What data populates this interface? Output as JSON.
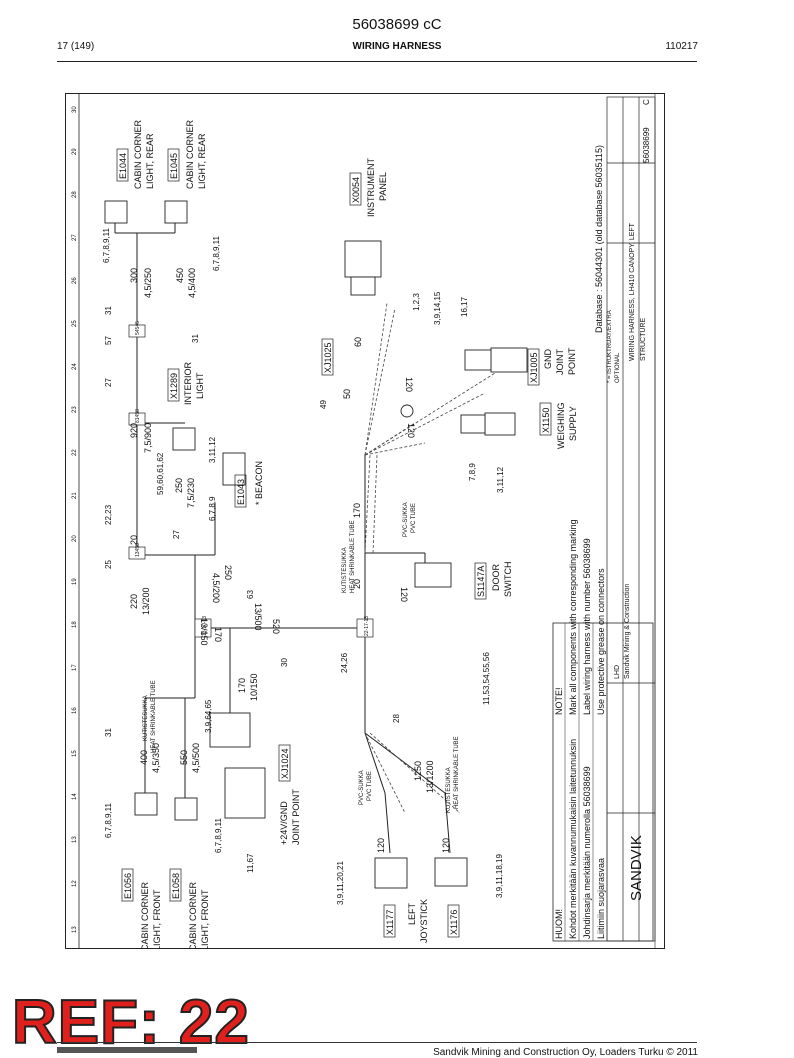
{
  "header": {
    "doc_number": "56038699 cC",
    "page": "17 (149)",
    "title": "WIRING HARNESS",
    "date": "110217"
  },
  "border_numbers": [
    "13",
    "12",
    "13",
    "14",
    "15",
    "16",
    "17",
    "18",
    "19",
    "20",
    "21",
    "22",
    "23",
    "24",
    "25",
    "26",
    "27",
    "28",
    "29",
    "30"
  ],
  "components": {
    "e1044": {
      "code": "E1044",
      "line1": "CABIN CORNER",
      "line2": "LIGHT, REAR"
    },
    "e1045": {
      "code": "E1045",
      "line1": "CABIN CORNER",
      "line2": "LIGHT, REAR"
    },
    "x0054": {
      "code": "X0054",
      "line1": "INSTRUMENT",
      "line2": "PANEL"
    },
    "x1289": {
      "code": "X1289",
      "line1": "INTERIOR",
      "line2": "LIGHT"
    },
    "xj1025": {
      "code": "XJ1025"
    },
    "xj1005": {
      "code": "XJ1005",
      "line1": "GND",
      "line2": "JOINT",
      "line3": "POINT"
    },
    "x1150": {
      "code": "X1150",
      "line1": "WEIGHING",
      "line2": "SUPPLY"
    },
    "e1043": {
      "code": "E1043",
      "beacon": "* BEACON"
    },
    "s1147a": {
      "code": "S1147A",
      "line1": "DOOR",
      "line2": "SWITCH"
    },
    "xj1024": {
      "code": "XJ1024",
      "line1": "+24V/GND",
      "line2": "JOINT POINT"
    },
    "e1056": {
      "code": "E1056",
      "line1": "CABIN CORNER",
      "line2": "LIGHT, FRONT"
    },
    "e1058": {
      "code": "E1058",
      "line1": "CABIN CORNER",
      "line2": "LIGHT, FRONT"
    },
    "x1177": {
      "code": "X1177",
      "line1": "LEFT",
      "line2": "JOYSTICK"
    },
    "x1176": {
      "code": "X1176"
    }
  },
  "wire_labels": {
    "w300": "300",
    "w4_5_250": "4,5/250",
    "w450": "450",
    "w4_5_400": "4,5/400",
    "w920": "920",
    "w7_5_900": "7,5/900",
    "w250a": "250",
    "w7_5_230": "7,5/230",
    "w20a": "20",
    "w220": "220",
    "w13_200": "13/200",
    "w4_5_200": "4,5/200",
    "w250b": "250",
    "w13_500": "13/500",
    "w13_150": "13/150",
    "w170a": "170",
    "w520": "520",
    "w170b": "170",
    "w10_150": "10/150",
    "w400": "400",
    "w4_5_350": "4,5/350",
    "w550": "550",
    "w4_5_500": "4,5/500",
    "w1250": "1250",
    "w13_1200": "13/1200",
    "w120a": "120",
    "w120b": "120",
    "w120c": "120",
    "w120d": "120",
    "w120e": "120",
    "w20b": "20",
    "w170c": "170",
    "w50": "50",
    "w60": "60"
  },
  "sleeves": {
    "heat1": {
      "line1": "KUTISTESUKKA",
      "line2": "HEAT SHRINKABLE TUBE"
    },
    "heat2": {
      "line1": "KUTISTESUKKA",
      "line2": "HEAT SHRINKABLE TUBE"
    },
    "heat3": {
      "line1": "KUTISTESUKKA",
      "line2": "HEAT SHRINKABLE TUBE"
    },
    "pvc1": {
      "line1": "PVC-SUKKA",
      "line2": "PVC TUBE"
    },
    "pvc2": {
      "line1": "PVC-SUKKA",
      "line2": "PVC TUBE"
    }
  },
  "pin_labels": {
    "p1": "6,7,8,9,11",
    "p2": "31",
    "p3": "6,7,8,9,11",
    "p4": "57",
    "p5": "31",
    "p6": "27",
    "p7": "59,60,61,62",
    "p8": "27",
    "p9": "3,11,12",
    "p10": "6,7,8,9",
    "p11": "22,23",
    "p12": "25",
    "p13": "63",
    "p14": "30",
    "p15": "3,9,64,65",
    "p16": "31",
    "p17": "6,7,8,9,11",
    "p18": "6,7,8,9,11",
    "p19": "11,67",
    "p20": "3,9,11,20,21",
    "p21": "28",
    "p22": "24,26",
    "p23": "11,53,54,55,56",
    "p24": "3,9,11,18,19",
    "p25": "49",
    "p26": "1,2,3",
    "p27": "3,9,14,15",
    "p28": "16,17",
    "p29": "7,8,9",
    "p30": "3,11,12"
  },
  "splices": {
    "s1": "54545",
    "s2": "81458",
    "s3": "13458",
    "s4": "13-10-13",
    "s5": "22-17-13"
  },
  "notes": {
    "fi_title": "HUOM!",
    "fi1": "Kohdot merkitään kuvannumukaisin laitetunnuksin",
    "fi2": "Johdinsarja merkitään numerolla 56038699",
    "fi3": "Liitimiin suojarasvaa",
    "en_title": "NOTE!",
    "en1": "Mark all components with corresponding marking",
    "en2": "Label wiring harness with number 56038699",
    "en3": "Use protective grease on connectors"
  },
  "database": "Database : 56044301 (old database 56035115)",
  "title_block": {
    "brand": "SANDVIK",
    "company_l1": "LHD",
    "company_l2": "Sandvik Mining & Construction",
    "line1": "WIRING HARNESS, LH410 CANOPY, LEFT",
    "line2": "STRUCTURE",
    "number": "56038699",
    "rev": "C",
    "optional_l1": "* = ISTRUKTRUAY/EXTRA",
    "optional_l2": "OPTIONAL"
  },
  "ref_stamp": "REF: 22",
  "footer": "Sandvik Mining and Construction Oy, Loaders Turku © 2011"
}
